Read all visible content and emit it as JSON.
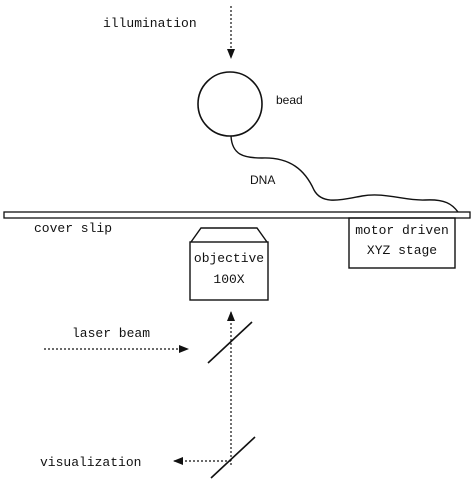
{
  "labels": {
    "illumination": "illumination",
    "bead": "bead",
    "dna": "DNA",
    "cover_slip": "cover slip",
    "objective_line1": "objective",
    "objective_line2": "100X",
    "stage_line1": "motor driven",
    "stage_line2": "XYZ stage",
    "laser_beam": "laser beam",
    "visualization": "visualization"
  },
  "colors": {
    "ink": "#111111",
    "background": "#ffffff"
  }
}
